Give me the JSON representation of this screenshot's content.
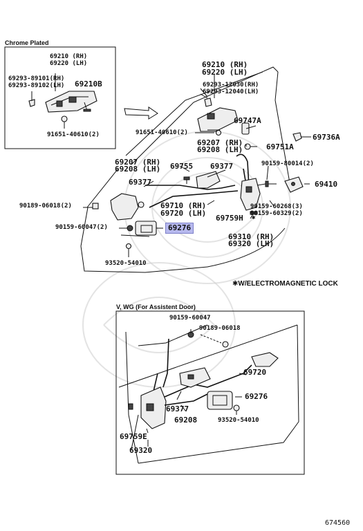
{
  "top_inset": {
    "title": "Chrome Plated",
    "part_rh": "69210 (RH)",
    "part_lh": "69220 (LH)",
    "screw_rh": "69293-89101(RH)",
    "screw_lh": "69293-89102(LH)",
    "handle": "69210B",
    "bolt": "91651-40610(2)"
  },
  "main": {
    "handle_rh": "69210 (RH)",
    "handle_lh": "69220 (LH)",
    "screw_rh": "69293-12030(RH)",
    "screw_lh": "69293-12040(LH)",
    "bolt": "91651-40610(2)",
    "p69747a": "69747A",
    "p69736a": "69736A",
    "rod1_rh": "69207 (RH)",
    "rod1_lh": "69208 (LH)",
    "p69751a": "69751A",
    "rod2_rh": "69207 (RH)",
    "rod2_lh": "69208 (LH)",
    "p69755": "69755",
    "p69377_a": "69377",
    "screw_80014": "90159-80014(2)",
    "p69377_b": "69377",
    "p69410": "69410",
    "clip_06018": "90189-06018(2)",
    "cable_rh": "69710 (RH)",
    "cable_lh": "69720 (LH)",
    "screw_60268": "90159-60268(3)",
    "screw_60329": "90159-60329(2)",
    "p69759h": "69759H",
    "star": "✱",
    "screw_60047": "90159-60047(2)",
    "p69276": "69276",
    "lock_rh": "69310 (RH)",
    "lock_lh": "69320 (LH)",
    "clip_54010": "93520-54010"
  },
  "note": "✱W/ELECTROMAGNETIC LOCK",
  "bottom_inset": {
    "title": "V, WG (For Assistent Door)",
    "screw_60047": "90159-60047",
    "clip_06018": "90189-06018",
    "p69720": "69720",
    "p69377": "69377",
    "p69276": "69276",
    "p69208": "69208",
    "p69759e": "69759E",
    "clip_54010": "93520-54010",
    "p69320": "69320"
  },
  "figure_number": "674560",
  "colors": {
    "highlight": "#b7b9ee",
    "ink": "#111111"
  }
}
